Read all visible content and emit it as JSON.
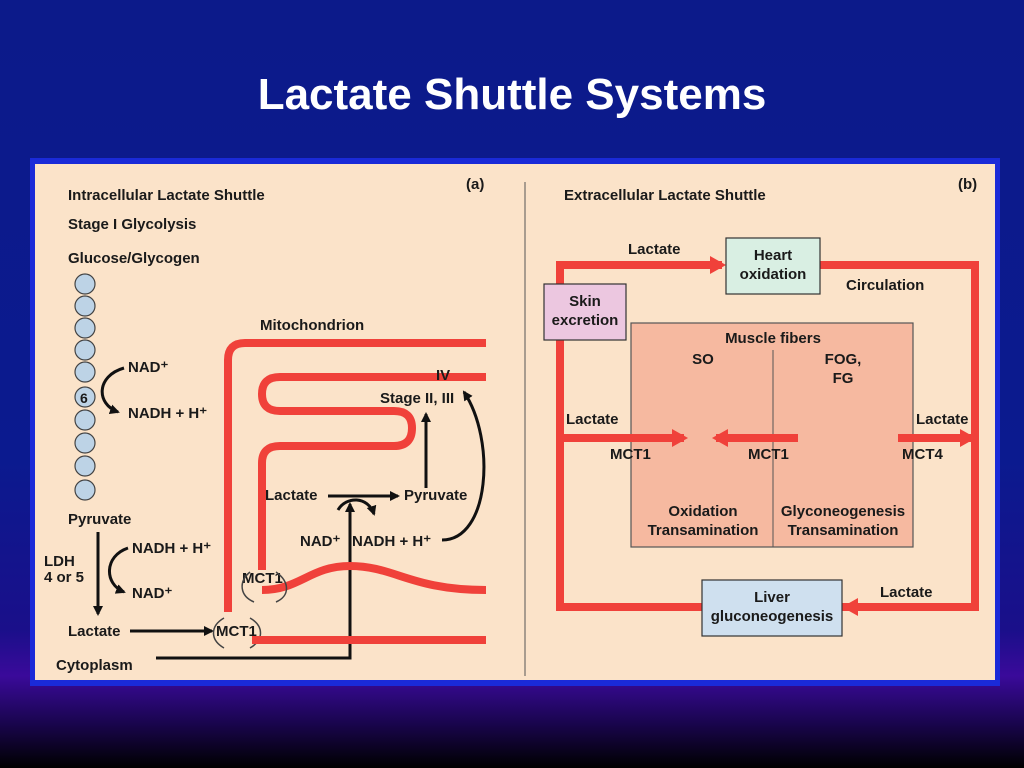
{
  "slide": {
    "title": "Lactate Shuttle Systems"
  },
  "panel_a": {
    "tag": "(a)",
    "title": "Intracellular Lactate Shuttle",
    "stage_label": "Stage I Glycolysis",
    "glucose_label": "Glucose/Glycogen",
    "step_number": "6",
    "nad_label": "NAD⁺",
    "nadh_label": "NADH + H⁺",
    "pyruvate_label": "Pyruvate",
    "ldh_label_1": "LDH",
    "ldh_label_2": "4 or 5",
    "nadh_label_2": "NADH + H⁺",
    "nad_label_2": "NAD⁺",
    "lactate_label": "Lactate",
    "mct1_label": "MCT1",
    "cytoplasm_label": "Cytoplasm",
    "mitochondrion_label": "Mitochondrion",
    "stage_iv_label": "IV",
    "stage_ii_iii_label": "Stage II, III",
    "mito_lactate_label": "Lactate",
    "mito_pyruvate_label": "Pyruvate",
    "mito_nad_label": "NAD⁺",
    "mito_nadh_label": "NADH + H⁺",
    "mito_mct1_label": "MCT1"
  },
  "panel_b": {
    "tag": "(b)",
    "title": "Extracellular Lactate Shuttle",
    "top_lactate_label": "Lactate",
    "heart_label_1": "Heart",
    "heart_label_2": "oxidation",
    "circulation_label": "Circulation",
    "skin_label_1": "Skin",
    "skin_label_2": "excretion",
    "muscle_fibers_label": "Muscle fibers",
    "so_label": "SO",
    "fog_label": "FOG,",
    "fg_label": "FG",
    "left_lactate_label": "Lactate",
    "right_lactate_label": "Lactate",
    "mct1_left_label": "MCT1",
    "mct1_mid_label": "MCT1",
    "mct4_label": "MCT4",
    "oxidation_label": "Oxidation",
    "transamination_left_label": "Transamination",
    "glyconeogenesis_label": "Glyconeogenesis",
    "transamination_right_label": "Transamination",
    "liver_label_1": "Liver",
    "liver_label_2": "gluconeogenesis",
    "bottom_lactate_label": "Lactate"
  },
  "colors": {
    "background": "#0c1a8a",
    "panel_fill": "#fbe3c9",
    "frame": "#1a2ad8",
    "red": "#f0413a",
    "muscle_box": "#f6b9a0",
    "heart_box": "#d9efe3",
    "skin_box": "#ecc7e0",
    "liver_box": "#cfe0ef",
    "glycogen_bead": "#bdd3e6"
  }
}
